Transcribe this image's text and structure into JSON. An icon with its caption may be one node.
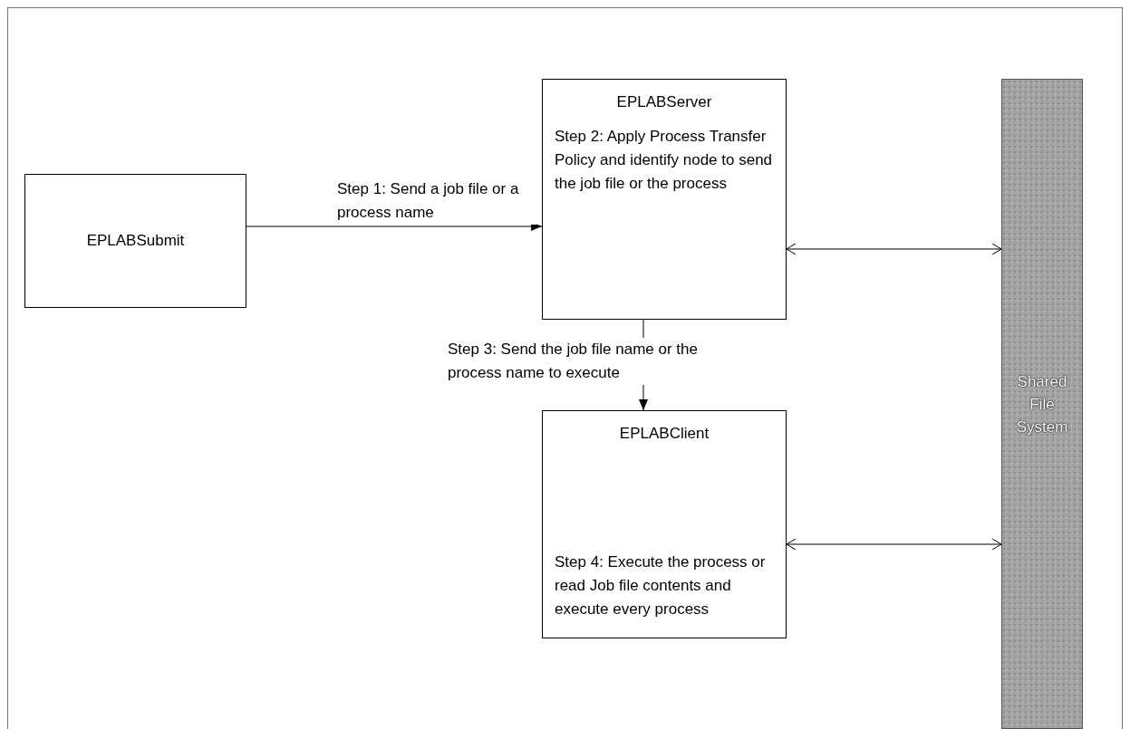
{
  "diagram": {
    "nodes": [
      {
        "text": [
          "EPLABSubmit"
        ]
      },
      {
        "text": [
          "EPLABServer",
          "Step 2: Apply Process Transfer Policy and identify node to send the job file or the process"
        ]
      },
      {
        "text": [
          "EPLABClient",
          "Step 4: Execute the process or read Job file contents and execute every process"
        ]
      },
      {
        "text": [
          "Shared File System"
        ]
      }
    ],
    "edges": [
      {
        "from": 0,
        "to": 1,
        "arrow": "to",
        "label": "Step 1: Send a job file or a process name"
      },
      {
        "from": 1,
        "to": 2,
        "arrow": "to",
        "label": "Step 3: Send the job file name or the process name to execute"
      },
      {
        "from": 1,
        "to": 3,
        "arrow": "both"
      },
      {
        "from": 2,
        "to": 3,
        "arrow": "both"
      }
    ]
  }
}
